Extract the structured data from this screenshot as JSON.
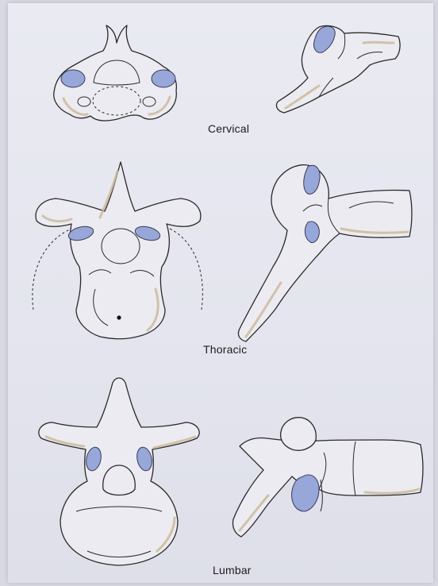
{
  "figure": {
    "labels": {
      "cervical": "Cervical",
      "thoracic": "Thoracic",
      "lumbar": "Lumbar"
    }
  },
  "colors": {
    "facet": "#97a7d9",
    "bone": "#ecebf1",
    "page": "#e6e7ef"
  }
}
